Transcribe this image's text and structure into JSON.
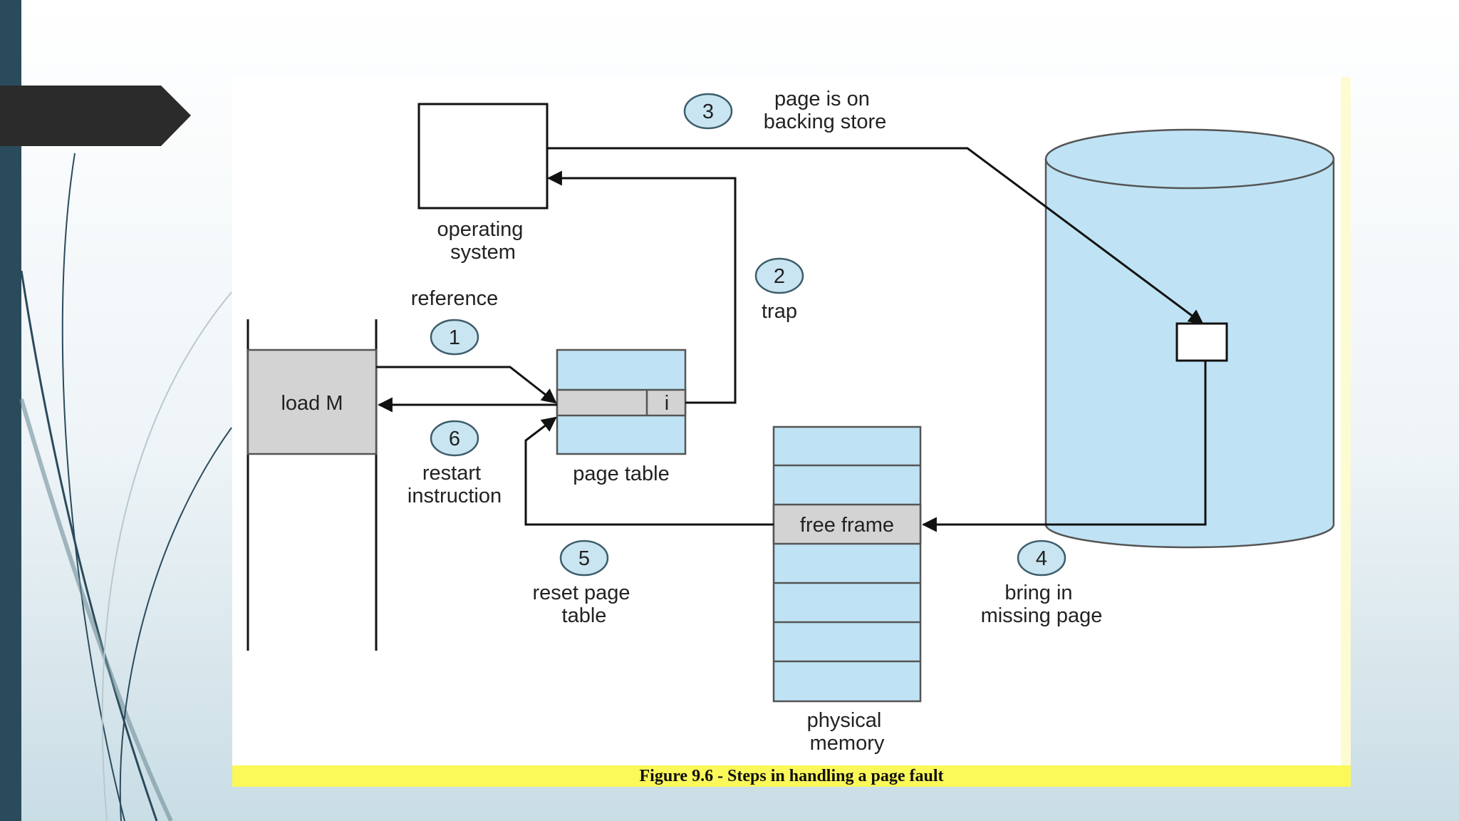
{
  "diagram": {
    "operating_system": [
      "operating",
      "system"
    ],
    "reference": "reference",
    "trap": "trap",
    "backing_store": [
      "page is on",
      "backing store"
    ],
    "load_instruction": "load M",
    "invalid_bit": "i",
    "page_table": "page table",
    "restart": [
      "restart",
      "instruction"
    ],
    "free_frame": "free frame",
    "reset_page_table": [
      "reset page",
      "table"
    ],
    "bring_in": [
      "bring in",
      "missing page"
    ],
    "physical_memory": [
      "physical",
      "memory"
    ],
    "steps": [
      "1",
      "2",
      "3",
      "4",
      "5",
      "6"
    ],
    "caption": "Figure 9.6 - Steps in handling a page fault"
  },
  "colors": {
    "accent_bar": "#2a4b5c",
    "tab": "#2b2b2b",
    "memory_blue": "#bfe3f5",
    "highlight_gray": "#d3d3d3",
    "caption_band": "#fbf85a"
  }
}
